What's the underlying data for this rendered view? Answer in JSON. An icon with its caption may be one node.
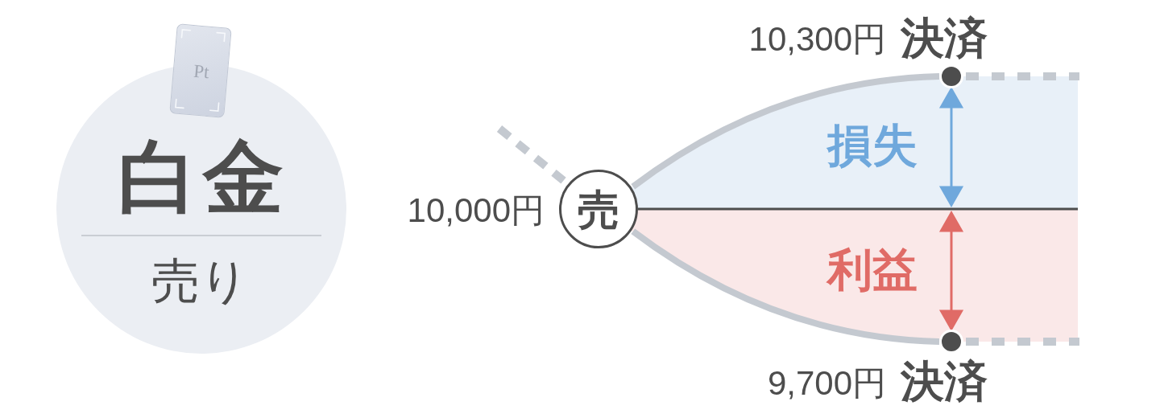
{
  "diagram": {
    "nodes": [
      {
        "text": [
          "Pt"
        ]
      },
      {
        "text": [
          "白金",
          "売り"
        ]
      },
      {
        "text": [
          "売"
        ],
        "beside": [
          "10,000円"
        ]
      },
      {
        "text": [],
        "shape": "circle",
        "beside": [
          "10,300円",
          "決済"
        ]
      },
      {
        "text": [
          "損失"
        ]
      },
      {
        "text": [
          "利益"
        ]
      },
      {
        "text": [],
        "shape": "circle",
        "beside": [
          "9,700円",
          "決済"
        ]
      }
    ],
    "edges": [
      {
        "from": 2,
        "to": 3,
        "arrow": "none"
      },
      {
        "from": 2,
        "to": 6,
        "arrow": "none"
      },
      {
        "from": null,
        "to": 2,
        "arrow": "none",
        "style": "dashed"
      }
    ]
  }
}
